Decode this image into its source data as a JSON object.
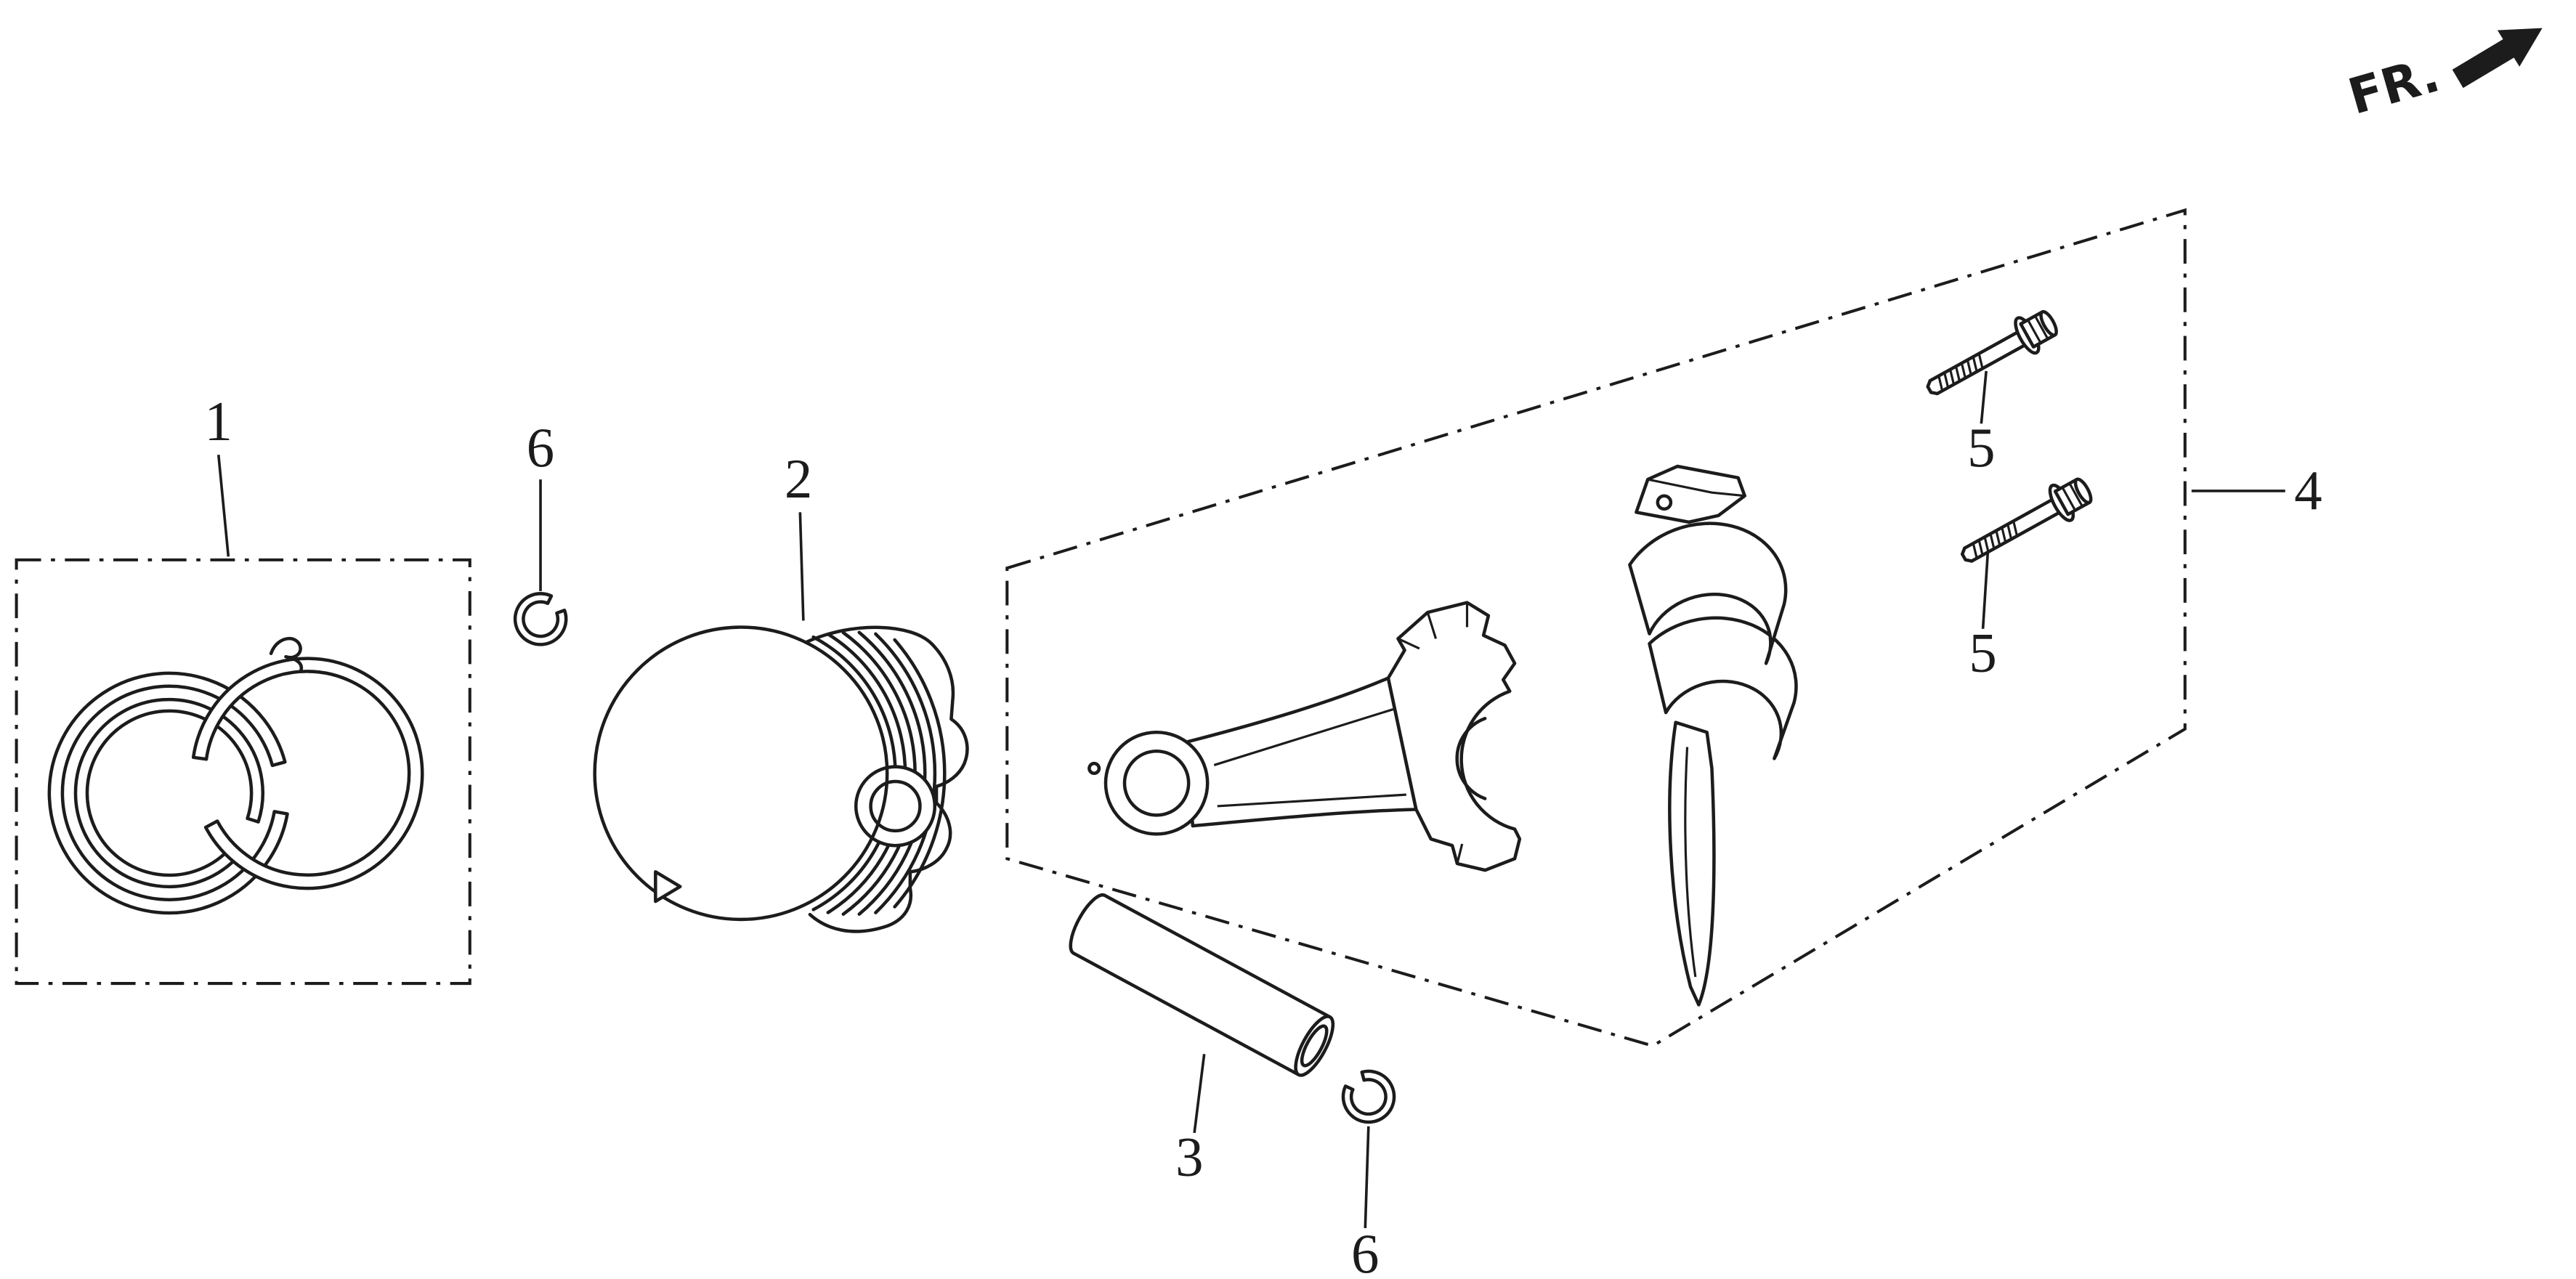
{
  "page": {
    "background": "#ffffff",
    "ink": "#1c1c1c",
    "kind": "exploded-parts-diagram",
    "subject": "piston-and-connecting-rod"
  },
  "fr_indicator": {
    "label": "FR."
  },
  "callouts": {
    "ring_set": {
      "id": "1",
      "part": "piston-ring-set"
    },
    "piston": {
      "id": "2",
      "part": "piston"
    },
    "piston_pin": {
      "id": "3",
      "part": "piston-pin"
    },
    "rod_assembly": {
      "id": "4",
      "part": "connecting-rod-assembly"
    },
    "rod_bolt_upper": {
      "id": "5",
      "part": "connecting-rod-bolt"
    },
    "rod_bolt_lower": {
      "id": "5",
      "part": "connecting-rod-bolt"
    },
    "pin_clip_top": {
      "id": "6",
      "part": "piston-pin-clip"
    },
    "pin_clip_bottom": {
      "id": "6",
      "part": "piston-pin-clip"
    }
  }
}
